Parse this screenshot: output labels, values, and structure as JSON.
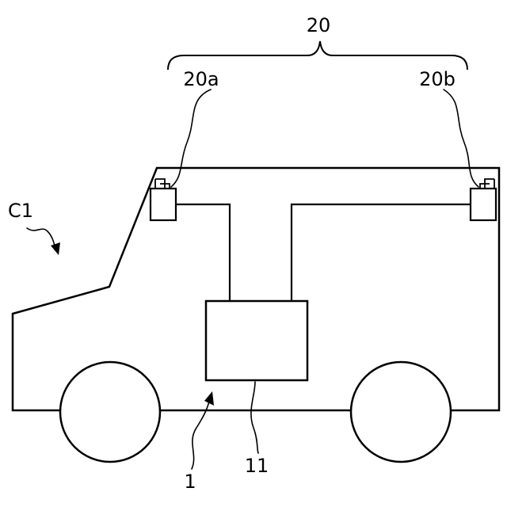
{
  "labels": {
    "system": "20",
    "camera_front": "20a",
    "camera_rear": "20b",
    "vehicle": "C1",
    "device": "1",
    "control_unit": "11"
  },
  "colors": {
    "line": "#000000",
    "background": "#ffffff"
  }
}
